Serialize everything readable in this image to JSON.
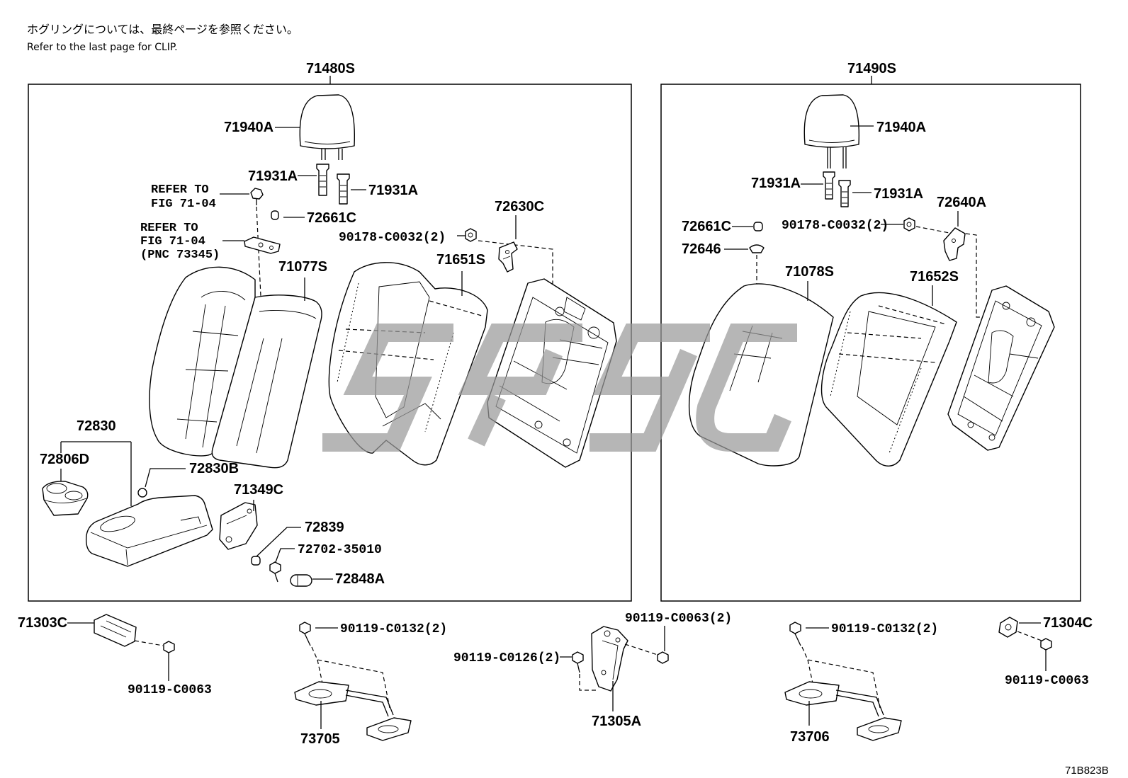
{
  "header": {
    "note_ja": "ホグリングについては、最終ページを参照ください。",
    "note_en": "Refer to the last page for CLIP."
  },
  "assemblies": {
    "left_title": "71480S",
    "right_title": "71490S"
  },
  "left": {
    "headrest": "71940A",
    "guide_a": "71931A",
    "guide_b": "71931A",
    "refer_1": [
      "REFER TO",
      "FIG 71-04"
    ],
    "refer_2": [
      "REFER TO",
      "FIG 71-04",
      "(PNC 73345)"
    ],
    "stopper": "72661C",
    "lock": "72630C",
    "nut": "90178-C0032(2)",
    "cover": "71077S",
    "pad": "71651S",
    "armrest": "72830",
    "cup_holder": "72806D",
    "armrest_sub": "72830B",
    "hinge": "71349C",
    "bushing": "72839",
    "bolt": "72702-35010",
    "cap": "72848A"
  },
  "right": {
    "headrest": "71940A",
    "guide_a": "71931A",
    "guide_b": "71931A",
    "lock": "72640A",
    "stopper": "72661C",
    "nut": "90178-C0032(2)",
    "clip": "72646",
    "cover": "71078S",
    "pad": "71652S"
  },
  "bottom": {
    "hinge_left": "71303C",
    "bolt_left": "90119-C0063",
    "bolt_bracket_left": "90119-C0132(2)",
    "bracket_left": "73705",
    "bolt_center_right": "90119-C0063(2)",
    "bolt_center_left": "90119-C0126(2)",
    "bracket_center": "71305A",
    "bolt_bracket_right": "90119-C0132(2)",
    "bracket_right": "73706",
    "hinge_right": "71304C",
    "bolt_right": "90119-C0063"
  },
  "drawing_code": "71B823B",
  "colors": {
    "line": "#000000",
    "watermark": "#9a9a9a",
    "background": "#ffffff"
  }
}
